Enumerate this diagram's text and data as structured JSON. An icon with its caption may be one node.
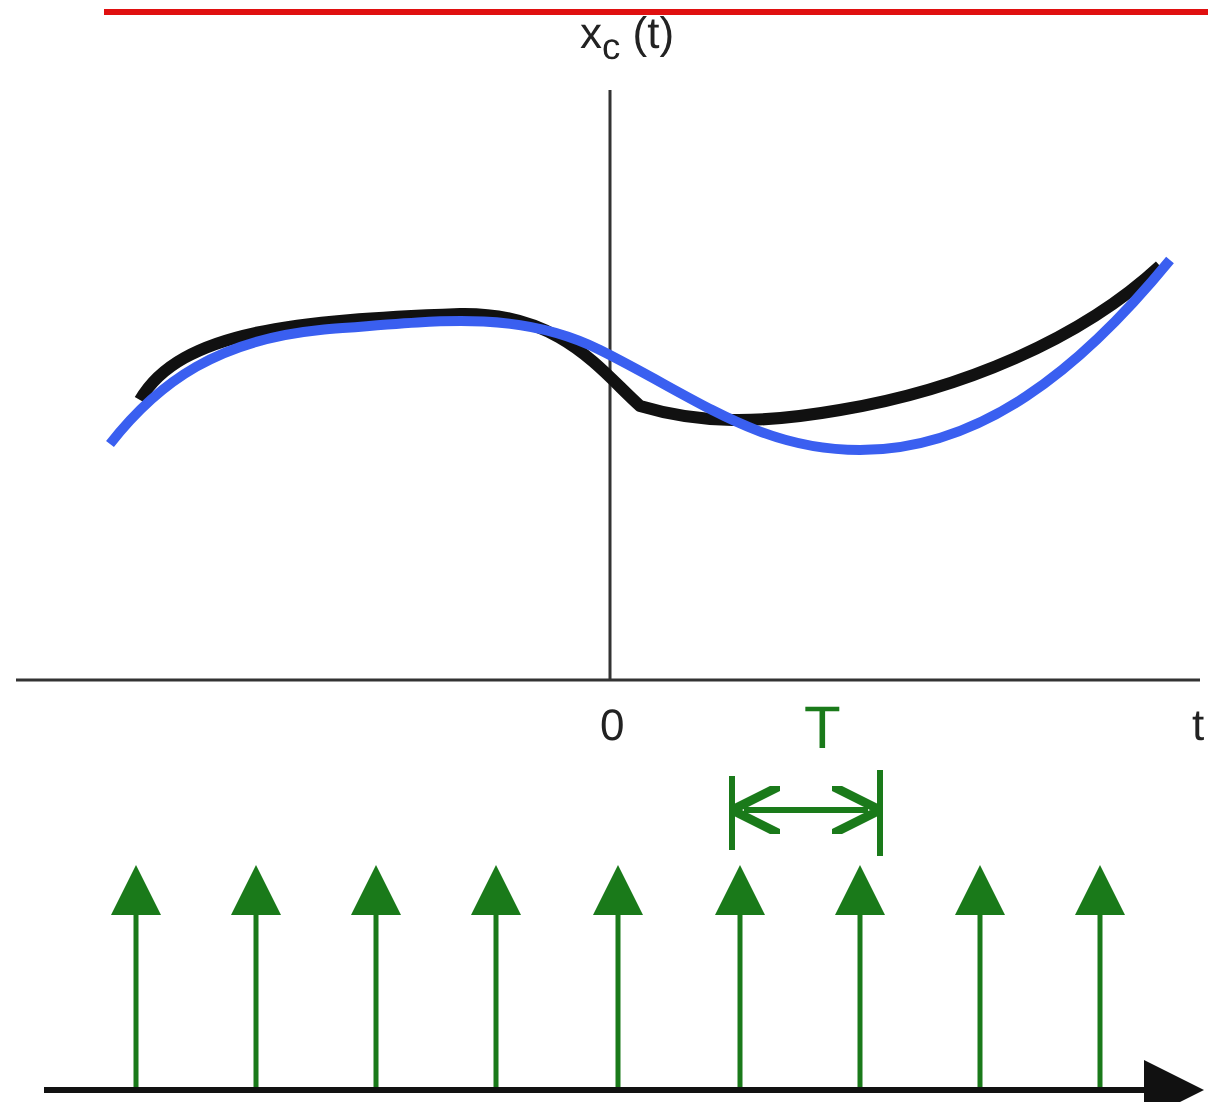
{
  "diagram": {
    "labels": [
      "x$_{c}$ (t)",
      "0",
      "t",
      "T"
    ]
  }
}
